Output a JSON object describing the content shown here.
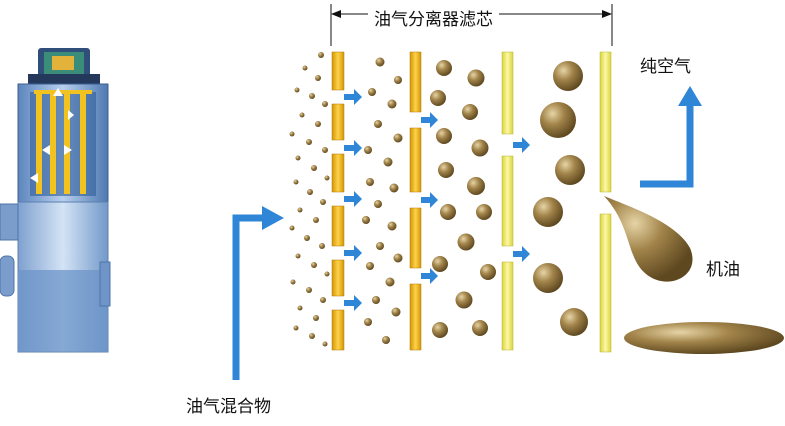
{
  "labels": {
    "title": "油气分离器滤芯",
    "clean_air": "纯空气",
    "oil": "机油",
    "mixture": "油气混合物"
  },
  "colors": {
    "droplet": "#a2844a",
    "droplet_dark": "#6d5525",
    "filter_orange": "#f2b11c",
    "filter_yellow": "#f3ee6a",
    "arrow_blue": "#2f86d6",
    "tank_blue": "#8fb4de"
  },
  "icons": [
    "flow-arrow-icon",
    "oil-droplet-icon",
    "tank-illustration-icon"
  ]
}
